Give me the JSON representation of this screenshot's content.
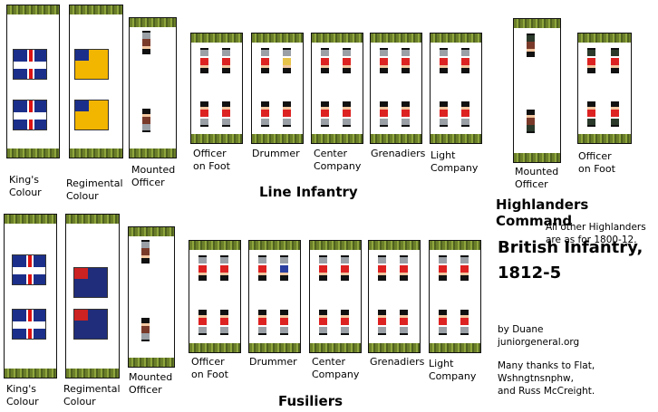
{
  "sections": {
    "line_infantry": "Line Infantry",
    "highlanders_command": "Highlanders Command",
    "fusiliers": "Fusiliers"
  },
  "highlanders_note": {
    "line1": "All other Highlanders",
    "line2": "are as for 1800-12."
  },
  "main_title": {
    "line1": "British Infantry,",
    "line2": "1812-5"
  },
  "credits": {
    "by": "by Duane",
    "site": "juniorgeneral.org",
    "thanks1": "Many thanks to Flat,",
    "thanks2": "Wshngtnsnphw,",
    "thanks3": "and Russ McCreight."
  },
  "row1_labels": {
    "kings": "King's\nColour",
    "regimental": "Regimental\nColour",
    "mounted": "Mounted\nOfficer",
    "officer_foot": "Officer\non Foot",
    "drummer": "Drummer",
    "center": "Center\nCompany",
    "grenadiers": "Grenadiers",
    "light": "Light\nCompany"
  },
  "highlander_labels": {
    "mounted": "Mounted\nOfficer",
    "officer_foot": "Officer\non Foot"
  },
  "row2_labels": {
    "kings": "King's\nColour",
    "regimental": "Regimental\nColour",
    "mounted": "Mounted\nOfficer",
    "officer_foot": "Officer\non Foot",
    "drummer": "Drummer",
    "center": "Center\nCompany",
    "grenadiers": "Grenadiers",
    "light": "Light\nCompany"
  },
  "colors": {
    "redcoat": "#dd2222",
    "grass": "#6b7f2a",
    "union_blue": "#1b2f8a",
    "regimental_yellow": "#f2b500",
    "fusilier_blue": "#1f2d7a"
  }
}
